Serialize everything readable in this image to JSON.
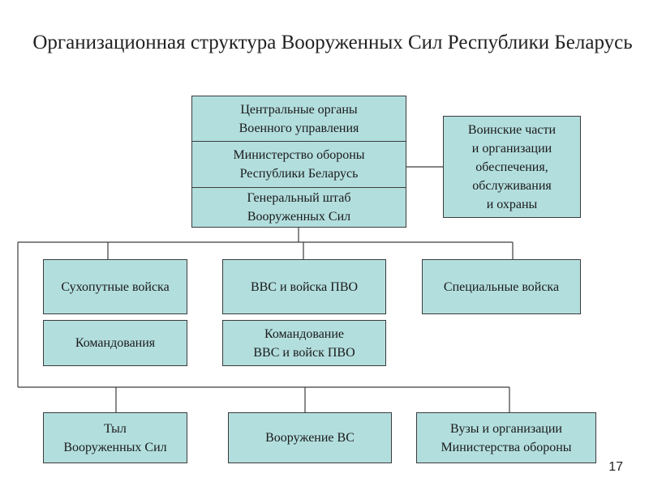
{
  "title": "Организационная структура Вооруженных Сил Республики Беларусь",
  "central": {
    "organs": "Центральные органы\nВоенного управления",
    "ministry": "Министерство обороны\nРеспублики Беларусь",
    "general_staff": "Генеральный штаб\nВооруженных Сил"
  },
  "support_units": "Воинские части\nи организации\nобеспечения,\nобслуживания\nи охраны",
  "branches": {
    "ground_forces": "Сухопутные войска",
    "air_force": "ВВС и войска ПВО",
    "special_forces": "Специальные войска"
  },
  "commands": {
    "commands": "Командования",
    "air_command": "Командование\nВВС и войск ПВО"
  },
  "bottom": {
    "logistics": "Тыл\nВооруженных Сил",
    "armament": "Вооружение ВС",
    "universities": "Вузы и организации\nМинистерства обороны"
  },
  "page_number": "17"
}
